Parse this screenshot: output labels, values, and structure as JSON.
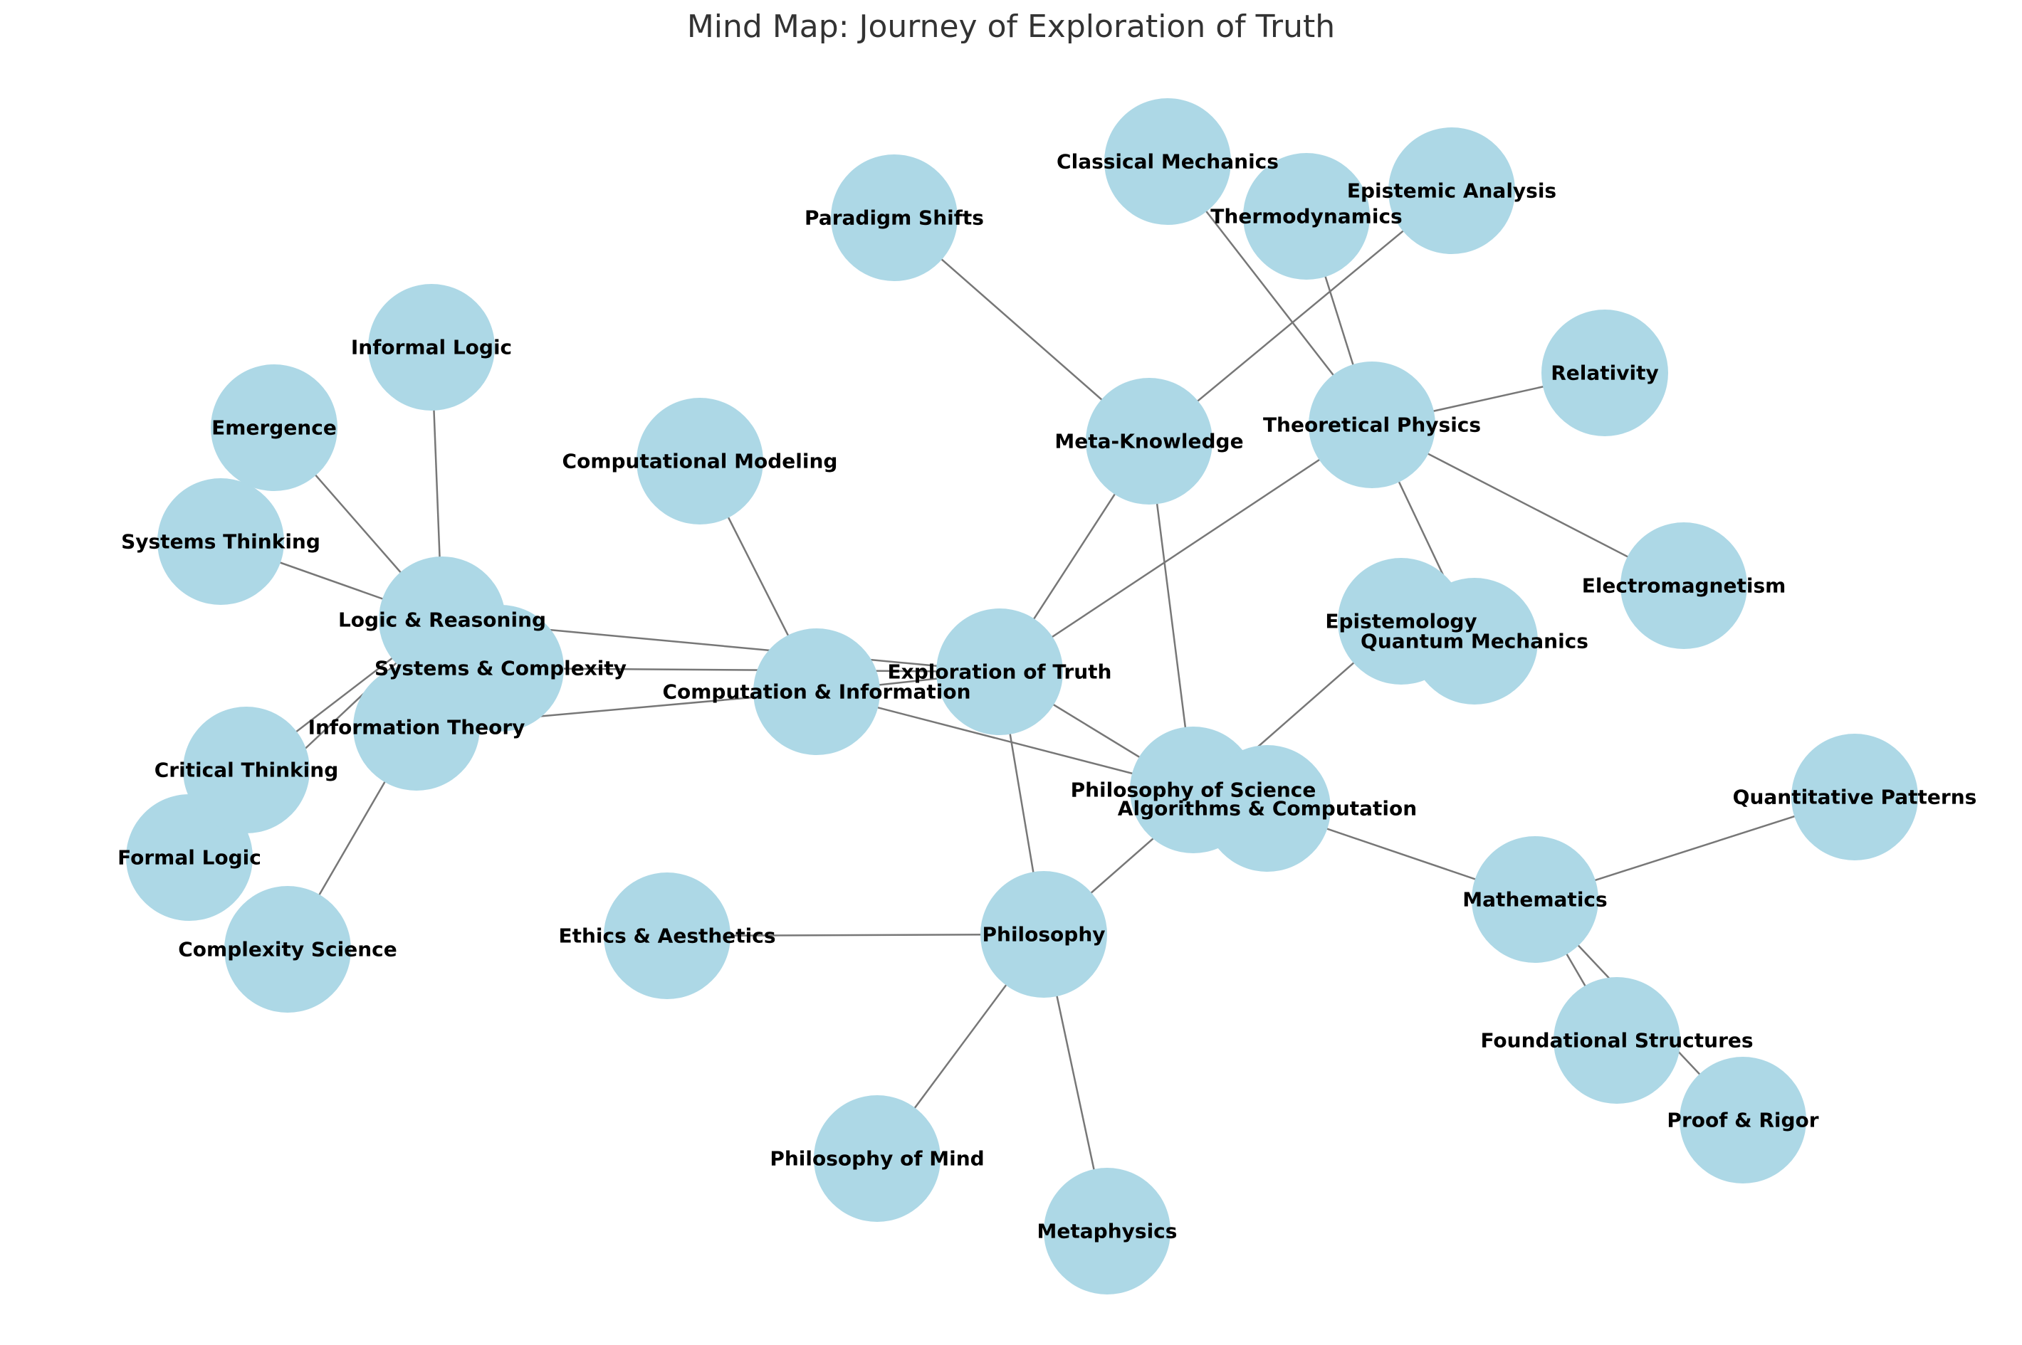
{
  "title": "Mind Map: Journey of Exploration of Truth",
  "colors": {
    "node_fill": "#add8e6",
    "edge": "#777777",
    "label": "#000000",
    "title": "#333333"
  },
  "nodes": [
    {
      "id": "exploration",
      "label": "Exploration of Truth"
    },
    {
      "id": "philosophy",
      "label": "Philosophy"
    },
    {
      "id": "epistemology",
      "label": "Epistemology"
    },
    {
      "id": "metaphysics",
      "label": "Metaphysics"
    },
    {
      "id": "ethics",
      "label": "Ethics & Aesthetics"
    },
    {
      "id": "mind",
      "label": "Philosophy of Mind"
    },
    {
      "id": "philsci",
      "label": "Philosophy of Science"
    },
    {
      "id": "logic",
      "label": "Logic & Reasoning"
    },
    {
      "id": "formal",
      "label": "Formal Logic"
    },
    {
      "id": "informal",
      "label": "Informal Logic"
    },
    {
      "id": "critical",
      "label": "Critical Thinking"
    },
    {
      "id": "compinfo",
      "label": "Computation & Information"
    },
    {
      "id": "algorithms",
      "label": "Algorithms & Computation"
    },
    {
      "id": "infotheory",
      "label": "Information Theory"
    },
    {
      "id": "compmodel",
      "label": "Computational Modeling"
    },
    {
      "id": "mathematics",
      "label": "Mathematics"
    },
    {
      "id": "foundational",
      "label": "Foundational Structures"
    },
    {
      "id": "proof",
      "label": "Proof & Rigor"
    },
    {
      "id": "quantitative",
      "label": "Quantitative Patterns"
    },
    {
      "id": "physics",
      "label": "Theoretical Physics"
    },
    {
      "id": "classical",
      "label": "Classical Mechanics"
    },
    {
      "id": "quantum",
      "label": "Quantum Mechanics"
    },
    {
      "id": "relativity",
      "label": "Relativity"
    },
    {
      "id": "electromagnetism",
      "label": "Electromagnetism"
    },
    {
      "id": "thermo",
      "label": "Thermodynamics"
    },
    {
      "id": "systems",
      "label": "Systems & Complexity"
    },
    {
      "id": "complexity",
      "label": "Complexity Science"
    },
    {
      "id": "emergence",
      "label": "Emergence"
    },
    {
      "id": "systhink",
      "label": "Systems Thinking"
    },
    {
      "id": "meta",
      "label": "Meta-Knowledge"
    },
    {
      "id": "paradigm",
      "label": "Paradigm Shifts"
    },
    {
      "id": "epistemic",
      "label": "Epistemic Analysis"
    }
  ],
  "edges": [
    [
      "exploration",
      "philosophy"
    ],
    [
      "exploration",
      "logic"
    ],
    [
      "exploration",
      "compinfo"
    ],
    [
      "exploration",
      "physics"
    ],
    [
      "exploration",
      "systems"
    ],
    [
      "exploration",
      "meta"
    ],
    [
      "exploration",
      "philsci"
    ],
    [
      "philosophy",
      "ethics"
    ],
    [
      "philosophy",
      "mind"
    ],
    [
      "philosophy",
      "metaphysics"
    ],
    [
      "philosophy",
      "epistemology"
    ],
    [
      "philsci",
      "meta"
    ],
    [
      "logic",
      "informal"
    ],
    [
      "logic",
      "emergence"
    ],
    [
      "logic",
      "systhink"
    ],
    [
      "logic",
      "critical"
    ],
    [
      "logic",
      "formal"
    ],
    [
      "compinfo",
      "compmodel"
    ],
    [
      "compinfo",
      "infotheory"
    ],
    [
      "compinfo",
      "algorithms"
    ],
    [
      "infotheory",
      "complexity"
    ],
    [
      "algorithms",
      "mathematics"
    ],
    [
      "mathematics",
      "quantitative"
    ],
    [
      "mathematics",
      "foundational"
    ],
    [
      "mathematics",
      "proof"
    ],
    [
      "physics",
      "classical"
    ],
    [
      "physics",
      "thermo"
    ],
    [
      "physics",
      "relativity"
    ],
    [
      "physics",
      "electromagnetism"
    ],
    [
      "physics",
      "quantum"
    ],
    [
      "meta",
      "paradigm"
    ],
    [
      "meta",
      "epistemic"
    ]
  ]
}
